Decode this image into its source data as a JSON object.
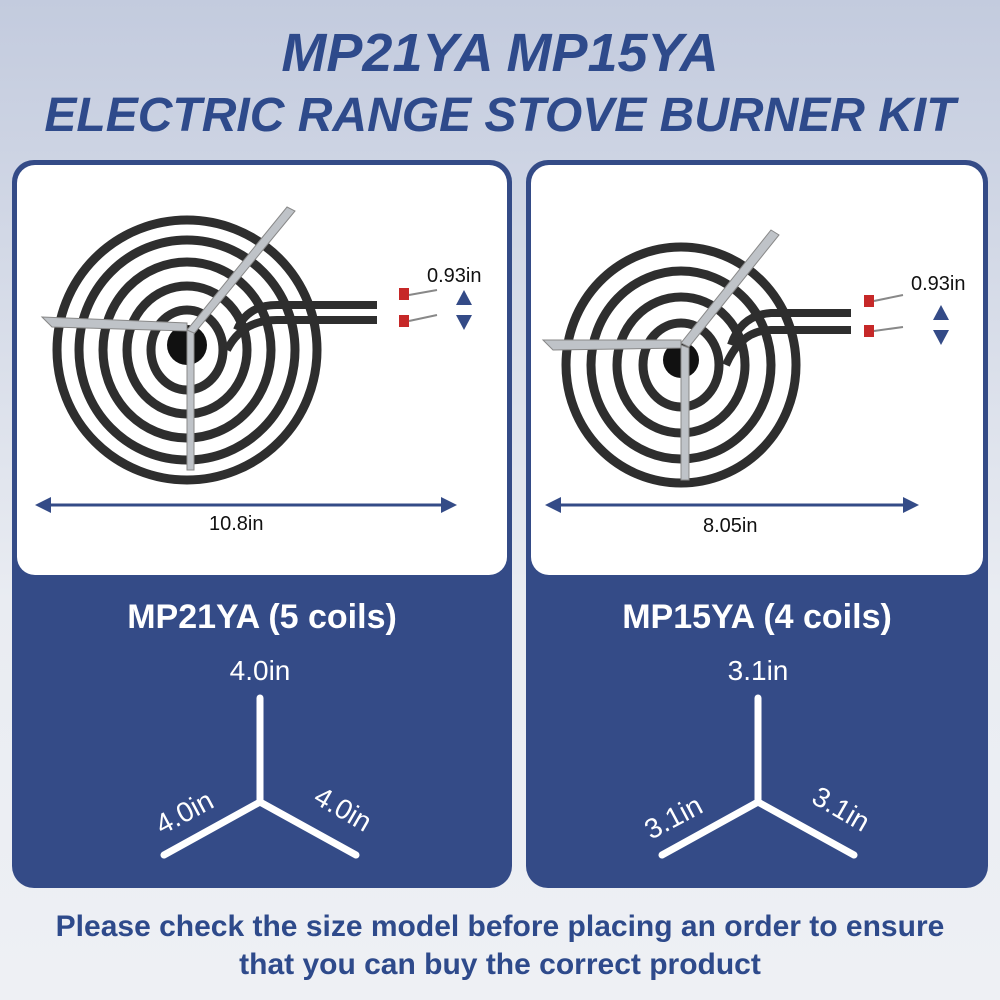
{
  "title": {
    "line1": "MP21YA MP15YA",
    "line2": "ELECTRIC RANGE STOVE BURNER KIT"
  },
  "products": [
    {
      "model": "MP21YA (5 coils)",
      "terminal_gap": "0.93in",
      "diameter": "10.8in",
      "leg_top": "4.0in",
      "leg_left": "4.0in",
      "leg_right": "4.0in",
      "coils": 5
    },
    {
      "model": "MP15YA (4 coils)",
      "terminal_gap": "0.93in",
      "diameter": "8.05in",
      "leg_top": "3.1in",
      "leg_left": "3.1in",
      "leg_right": "3.1in",
      "coils": 4
    }
  ],
  "footer": {
    "line1": "Please check the size model before placing an order to ensure",
    "line2": "that you can buy the correct product"
  },
  "colors": {
    "brand": "#344b87",
    "title": "#2e4a8b"
  }
}
